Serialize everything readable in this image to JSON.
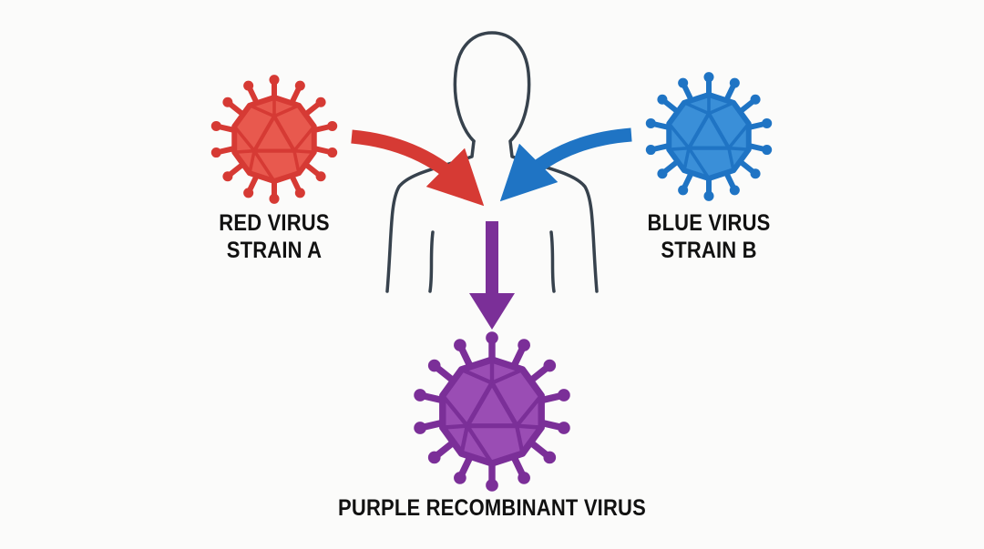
{
  "labels": {
    "red_line1": "RED VIRUS",
    "red_line2": "STRAIN A",
    "blue_line1": "BLUE VIRUS",
    "blue_line2": "STRAIN B",
    "purple": "PURPLE RECOMBINANT VIRUS"
  },
  "colors": {
    "red": "#d63a34",
    "red_fill": "#e8594e",
    "blue": "#1f74c4",
    "blue_fill": "#3a8fd8",
    "purple": "#7b2f98",
    "purple_fill": "#9a4db4",
    "body_outline": "#37424d"
  }
}
